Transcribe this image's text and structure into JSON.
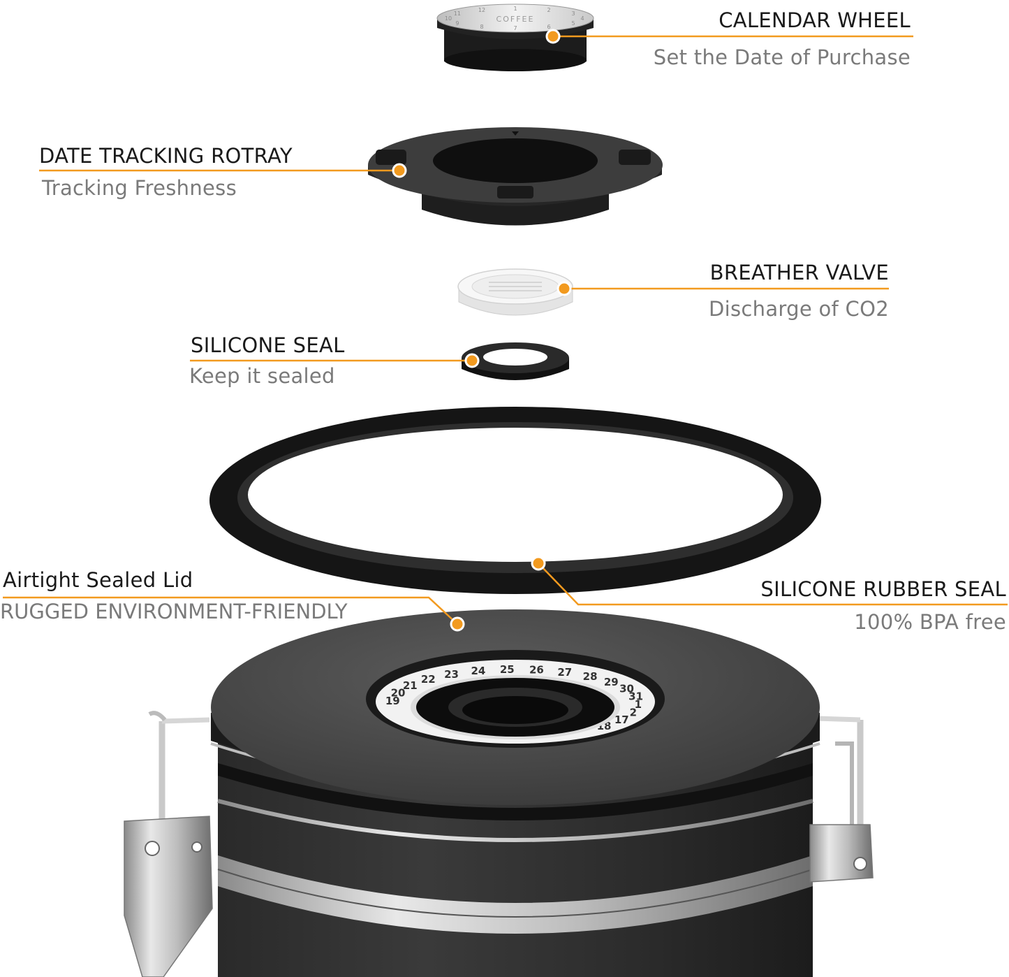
{
  "accent_color": "#f29a1f",
  "callouts": {
    "calendar_wheel": {
      "title": "CALENDAR WHEEL",
      "subtitle": "Set the Date of Purchase"
    },
    "date_tracking_rotray": {
      "title": "DATE TRACKING ROTRAY",
      "subtitle": "Tracking Freshness"
    },
    "breather_valve": {
      "title": "BREATHER VALVE",
      "subtitle": "Discharge of CO2"
    },
    "silicone_seal": {
      "title": "SILICONE SEAL",
      "subtitle": "Keep it sealed"
    },
    "airtight_lid": {
      "title": "Airtight Sealed Lid",
      "subtitle": "RUGGED ENVIRONMENT-FRIENDLY"
    },
    "silicone_rubber_seal": {
      "title": "SILICONE RUBBER SEAL",
      "subtitle": "100% BPA free"
    }
  },
  "calendar_wheel_face": {
    "brand": "COFFEE",
    "months": [
      "10",
      "11",
      "12",
      "1",
      "2",
      "3",
      "4",
      "5",
      "6",
      "7",
      "8",
      "9"
    ]
  },
  "lid_dial_numbers": [
    "19",
    "20",
    "21",
    "22",
    "23",
    "24",
    "25",
    "26",
    "27",
    "28",
    "29",
    "30",
    "31",
    "1",
    "2",
    "17",
    "18"
  ]
}
